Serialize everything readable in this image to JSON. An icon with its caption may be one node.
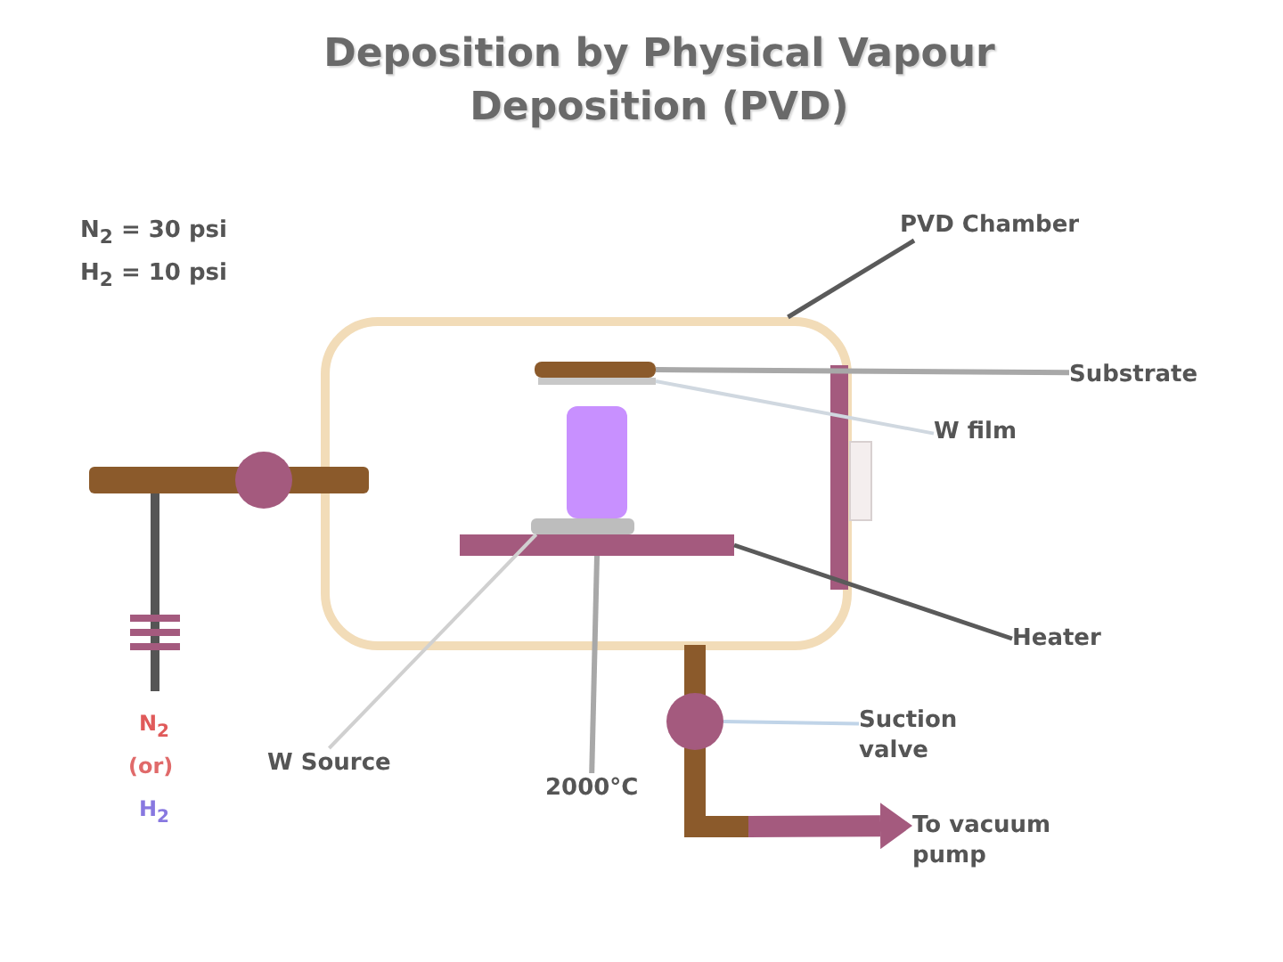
{
  "diagram": {
    "title": "Deposition by Physical Vapour Deposition (PVD)",
    "nodes": [
      {
        "text": [],
        "shape": "box"
      },
      {
        "text": [
          "PVD Chamber"
        ]
      },
      {
        "text": [],
        "shape": "bar",
        "in": 0
      },
      {
        "text": [
          "Substrate"
        ]
      },
      {
        "text": [],
        "shape": "bar",
        "in": 0
      },
      {
        "text": [
          "W film"
        ]
      },
      {
        "text": [],
        "shape": "box",
        "in": 0
      },
      {
        "text": [
          "W Source"
        ]
      },
      {
        "text": [],
        "shape": "bar",
        "in": 0
      },
      {
        "text": [
          "Heater"
        ]
      },
      {
        "text": [
          "2000°C"
        ]
      },
      {
        "text": [],
        "shape": "circle"
      },
      {
        "text": [
          "Suction valve"
        ]
      },
      {
        "text": [],
        "shape": "pipe"
      },
      {
        "text": [
          "To vacuum pump"
        ]
      }
    ],
    "edges": [
      {
        "from": 1,
        "to": 0,
        "arrow": "none"
      },
      {
        "from": 3,
        "to": 2,
        "arrow": "none",
        "color": "#a8a8a8"
      },
      {
        "from": 5,
        "to": 4,
        "arrow": "none",
        "color": "#d0d8e0"
      },
      {
        "from": 7,
        "to": 6,
        "arrow": "none",
        "color": "#d0d0d0"
      },
      {
        "from": 9,
        "to": 8,
        "arrow": "none"
      },
      {
        "from": 10,
        "to": 8,
        "arrow": "none",
        "color": "#a8a8a8"
      },
      {
        "from": 12,
        "to": 11,
        "arrow": "none",
        "color": "#c0d4e8"
      },
      {
        "from": 13,
        "to": 14,
        "arrow": "to",
        "style": "thick",
        "color": "#a45a7e"
      }
    ],
    "labels": [
      "N$_{2}$ = 30 psi",
      "H$_{2}$ = 10 psi",
      "N$_{2}$",
      "(or)",
      "H$_{2}$"
    ]
  }
}
